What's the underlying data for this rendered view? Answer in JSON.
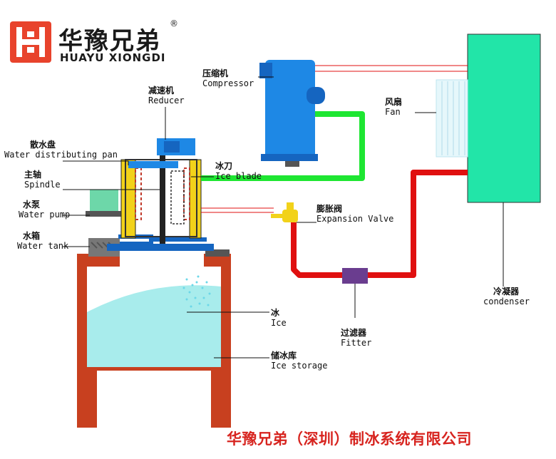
{
  "brand": {
    "name_cn": "华豫兄弟",
    "name_en": "HUAYU XIONGDI",
    "registered": "®"
  },
  "labels": {
    "compressor": {
      "cn": "压缩机",
      "en": "Compressor"
    },
    "reducer": {
      "cn": "减速机",
      "en": "Reducer"
    },
    "water_distributing_pan": {
      "cn": "散水盘",
      "en": "Water distributing pan"
    },
    "spindle": {
      "cn": "主轴",
      "en": "Spindle"
    },
    "water_pump": {
      "cn": "水泵",
      "en": "Water pump"
    },
    "water_tank": {
      "cn": "水箱",
      "en": "Water tank"
    },
    "ice_blade": {
      "cn": "冰刀",
      "en": "Ice blade"
    },
    "expansion_valve": {
      "cn": "膨胀阀",
      "en": "Expansion Valve"
    },
    "fan": {
      "cn": "风扇",
      "en": "Fan"
    },
    "condenser": {
      "cn": "冷凝器",
      "en": "condenser"
    },
    "filter": {
      "cn": "过滤器",
      "en": "Fitter"
    },
    "ice": {
      "cn": "冰",
      "en": "Ice"
    },
    "ice_storage": {
      "cn": "储冰库",
      "en": "Ice storage"
    }
  },
  "footer": {
    "company": "华豫兄弟（深圳）制冰系统有限公司"
  },
  "colors": {
    "accent_red": "#e8432c",
    "condenser": "#22e5a8",
    "compressor": "#1e88e5",
    "pipe_green": "#1ee632",
    "pipe_red": "#e01010",
    "filter": "#6a3d8f",
    "valve": "#f2d21a",
    "storage_frame": "#c8401f",
    "ice": "#a8ecec",
    "footer_text": "#d7241f"
  }
}
